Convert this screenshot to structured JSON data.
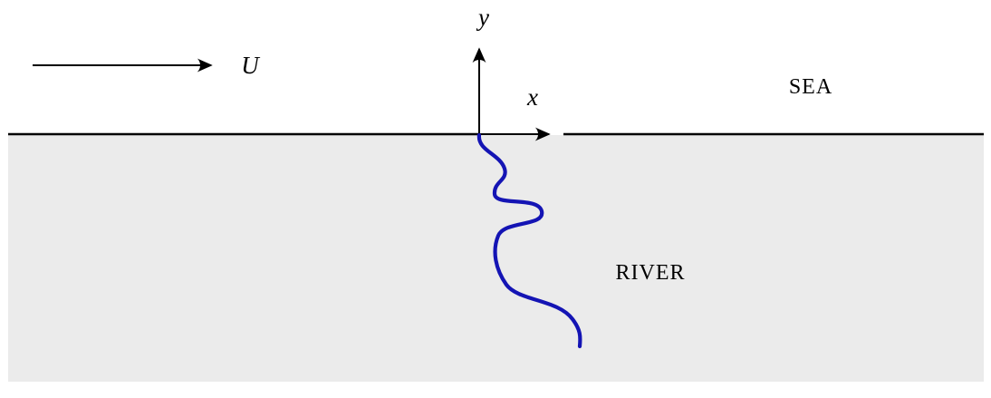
{
  "diagram": {
    "title": "river-discharging-into-sea coordinate sketch",
    "labels": {
      "velocity": "U",
      "x_axis": "x",
      "y_axis": "y",
      "sea_region": "SEA",
      "river_region": "RIVER"
    },
    "colors": {
      "land_fill": "#ebebeb",
      "river_curve": "#1414b4",
      "line": "#000000",
      "background": "#ffffff"
    }
  }
}
